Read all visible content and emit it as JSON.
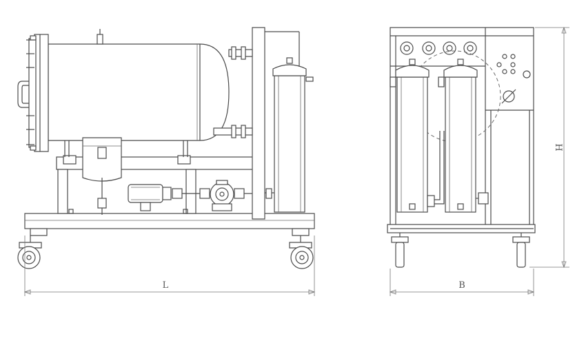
{
  "dimensions": {
    "length_label": "L",
    "width_label": "B",
    "height_label": "H"
  },
  "colors": {
    "line": "#4a4a4a",
    "background": "#ffffff"
  }
}
